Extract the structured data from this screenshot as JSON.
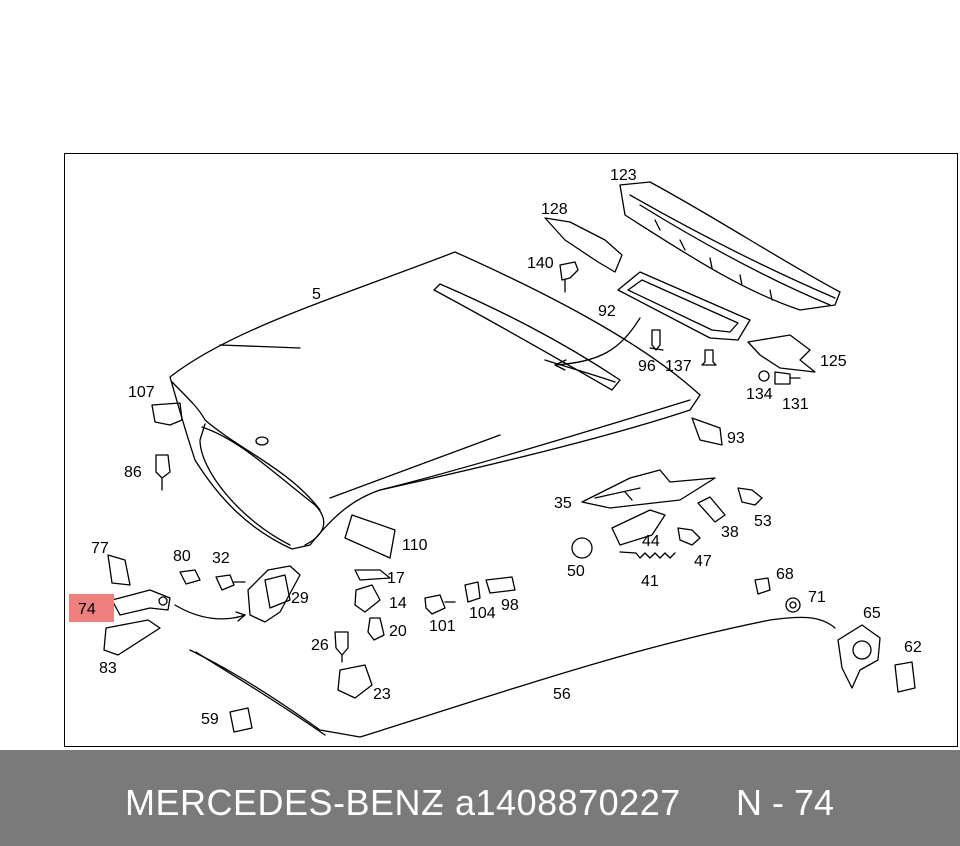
{
  "diagram": {
    "highlight_color": "#f08080",
    "highlighted_label": "74",
    "callouts": [
      "123",
      "128",
      "140",
      "92",
      "5",
      "96",
      "137",
      "125",
      "134",
      "131",
      "107",
      "93",
      "86",
      "35",
      "53",
      "38",
      "110",
      "44",
      "47",
      "77",
      "80",
      "32",
      "50",
      "41",
      "17",
      "14",
      "29",
      "68",
      "71",
      "101",
      "104",
      "98",
      "20",
      "65",
      "26",
      "62",
      "83",
      "23",
      "56",
      "59"
    ]
  },
  "footer": {
    "brand": "MERCEDES-BENZ",
    "separator": "-",
    "part_number": "a1408870227",
    "reference": "N - 74",
    "background": "#7a7a7a"
  }
}
